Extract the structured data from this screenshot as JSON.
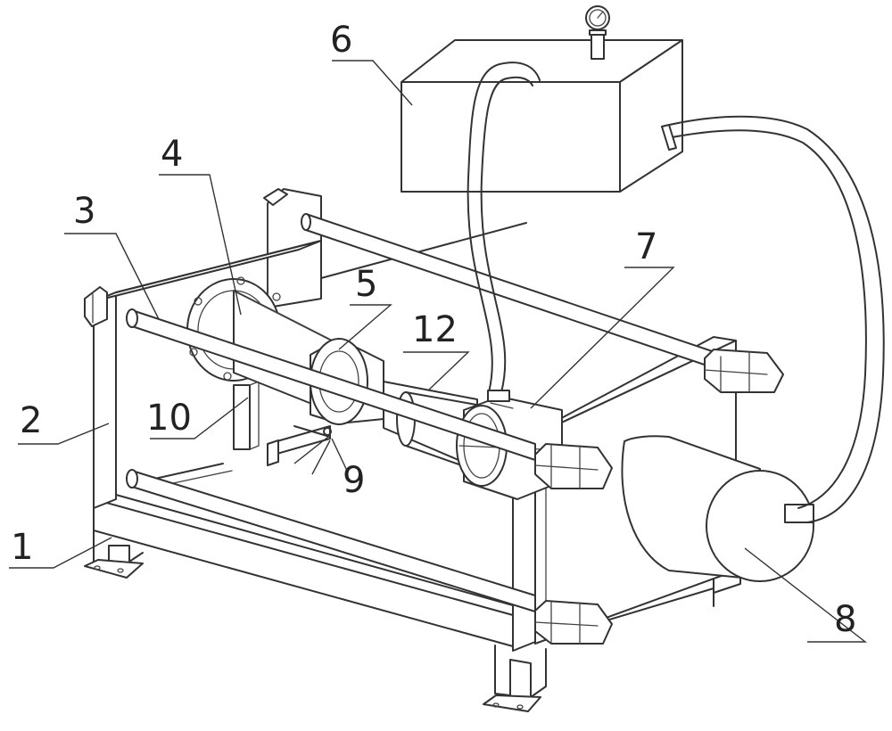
{
  "figure": {
    "callouts": [
      {
        "id": "1",
        "label": "1"
      },
      {
        "id": "2",
        "label": "2"
      },
      {
        "id": "3",
        "label": "3"
      },
      {
        "id": "4",
        "label": "4"
      },
      {
        "id": "5",
        "label": "5"
      },
      {
        "id": "6",
        "label": "6"
      },
      {
        "id": "7",
        "label": "7"
      },
      {
        "id": "8",
        "label": "8"
      },
      {
        "id": "9",
        "label": "9"
      },
      {
        "id": "10",
        "label": "10"
      },
      {
        "id": "12",
        "label": "12"
      }
    ]
  }
}
